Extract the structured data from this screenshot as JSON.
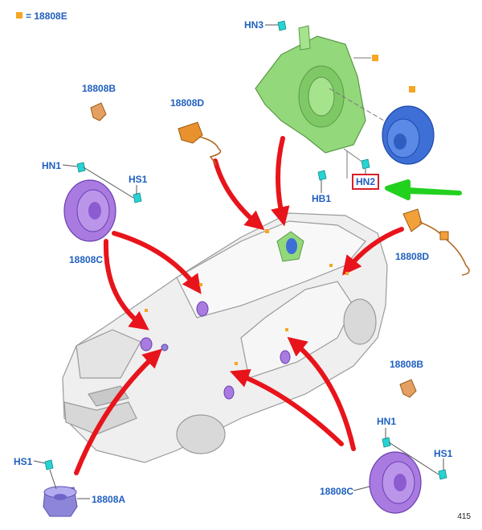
{
  "legend": {
    "swatch_color": "#f5a623",
    "text": "= 18808E"
  },
  "labels": {
    "hn3": "HN3",
    "b_left": "18808B",
    "d_left": "18808D",
    "hn1_left": "HN1",
    "hs1_left": "HS1",
    "c_left": "18808C",
    "hb1": "HB1",
    "hn2": "HN2",
    "d_right": "18808D",
    "b_right": "18808B",
    "hn1_right": "HN1",
    "hs1_right": "HS1",
    "c_right": "18808C",
    "hs1_bottom": "HS1",
    "a_bottom": "18808A"
  },
  "page_number": "415",
  "colors": {
    "label": "#1f5fbf",
    "arrow_red": "#e8141c",
    "arrow_green": "#22d11e",
    "marker_orange": "#f5a623",
    "subwoofer_green": "#93d87a",
    "speaker_blue": "#3d6fd6",
    "speaker_purple": "#a97be0",
    "fastener_cyan": "#27d3d3",
    "highlight_box": "#d6202a"
  }
}
